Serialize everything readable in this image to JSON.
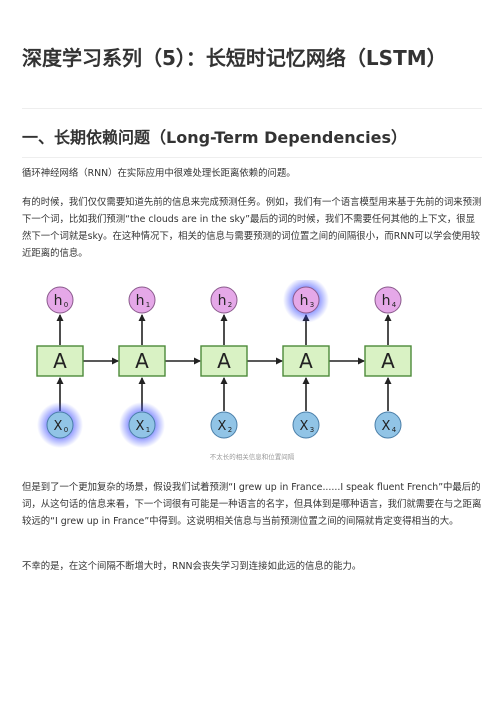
{
  "article": {
    "title": "深度学习系列（5）：长短时记忆网络（LSTM）",
    "section_heading": "一、长期依赖问题（Long-Term Dependencies）",
    "paragraphs": [
      "循环神经网络（RNN）在实际应用中很难处理长距离依赖的问题。",
      "有的时候，我们仅仅需要知道先前的信息来完成预测任务。例如，我们有一个语言模型用来基于先前的词来预测下一个词，比如我们预测“the clouds are in the sky”最后的词的时候，我们不需要任何其他的上下文，很显然下一个词就是sky。在这种情况下，相关的信息与需要预测的词位置之间的间隔很小，而RNN可以学会使用较近距离的信息。",
      "但是到了一个更加复杂的场景，假设我们试着预测“I grew up in France......I speak fluent French”中最后的词，从这句话的信息来看，下一个词很有可能是一种语言的名字，但具体到是哪种语言，我们就需要在与之距离较远的“I grew up in France”中得到。这说明相关信息与当前预测位置之间的间隔就肯定变得相当的大。",
      "不幸的是，在这个间隔不断增大时，RNN会丧失学习到连接如此远的信息的能力。"
    ],
    "figure_caption": "不太长的相关信息和位置间隔"
  },
  "diagram": {
    "cell_label": "A",
    "outputs": [
      {
        "letter": "h",
        "sub": "0",
        "highlight": false
      },
      {
        "letter": "h",
        "sub": "1",
        "highlight": false
      },
      {
        "letter": "h",
        "sub": "2",
        "highlight": false
      },
      {
        "letter": "h",
        "sub": "3",
        "highlight": true
      },
      {
        "letter": "h",
        "sub": "4",
        "highlight": false
      }
    ],
    "inputs": [
      {
        "letter": "X",
        "sub": "0",
        "highlight": true
      },
      {
        "letter": "X",
        "sub": "1",
        "highlight": true
      },
      {
        "letter": "X",
        "sub": "2",
        "highlight": false
      },
      {
        "letter": "X",
        "sub": "3",
        "highlight": false
      },
      {
        "letter": "X",
        "sub": "4",
        "highlight": false
      }
    ],
    "colors": {
      "cell_fill": "#d9f2c4",
      "cell_border": "#4d8a3a",
      "output_fill": "#e5a8e8",
      "input_fill": "#91c4e6",
      "glow": "#3344ff",
      "arrow": "#222222"
    }
  }
}
